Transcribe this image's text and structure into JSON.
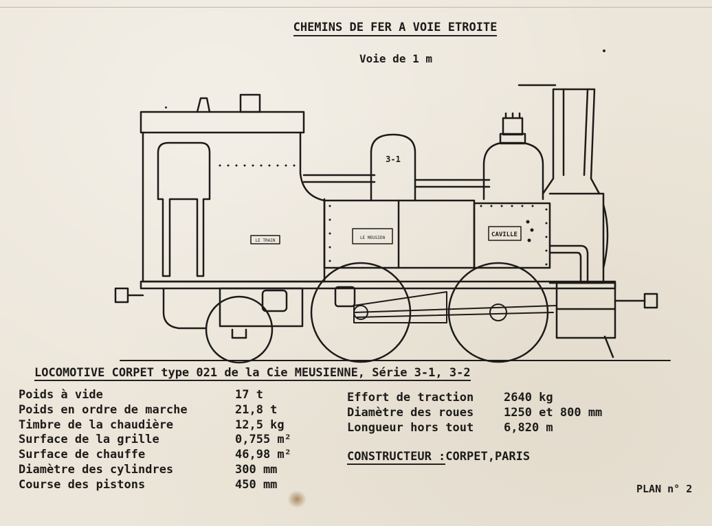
{
  "header": {
    "title": "CHEMINS DE FER A VOIE ETROITE",
    "subtitle": "Voie de 1 m"
  },
  "drawing": {
    "dome_label": "3-1",
    "name_plate": "CAVILLE",
    "plate_left": "LE TRAIN",
    "plate_middle": "LE MEUSIEN"
  },
  "locomotive": {
    "title": "LOCOMOTIVE CORPET type 021 de la Cie MEUSIENNE, Série 3-1, 3-2"
  },
  "specs_left": [
    {
      "label": "Poids à vide",
      "value": "17 t"
    },
    {
      "label": "Poids en ordre de marche",
      "value": "21,8 t"
    },
    {
      "label": "Timbre de la chaudière",
      "value": "12,5 kg"
    },
    {
      "label": "Surface de la grille",
      "value": "0,755 m²"
    },
    {
      "label": "Surface de chauffe",
      "value": "46,98 m²"
    },
    {
      "label": "Diamètre des cylindres",
      "value": "300 mm"
    },
    {
      "label": "Course des pistons",
      "value": "450 mm"
    }
  ],
  "specs_right": [
    {
      "label": "Effort de traction",
      "value": "2640 kg"
    },
    {
      "label": "Diamètre des roues",
      "value": "1250 et 800 mm"
    },
    {
      "label": "Longueur hors tout",
      "value": "6,820 m"
    }
  ],
  "constructeur": {
    "label": "CONSTRUCTEUR :",
    "value": "CORPET,PARIS"
  },
  "plan": {
    "label": "PLAN n° 2"
  }
}
